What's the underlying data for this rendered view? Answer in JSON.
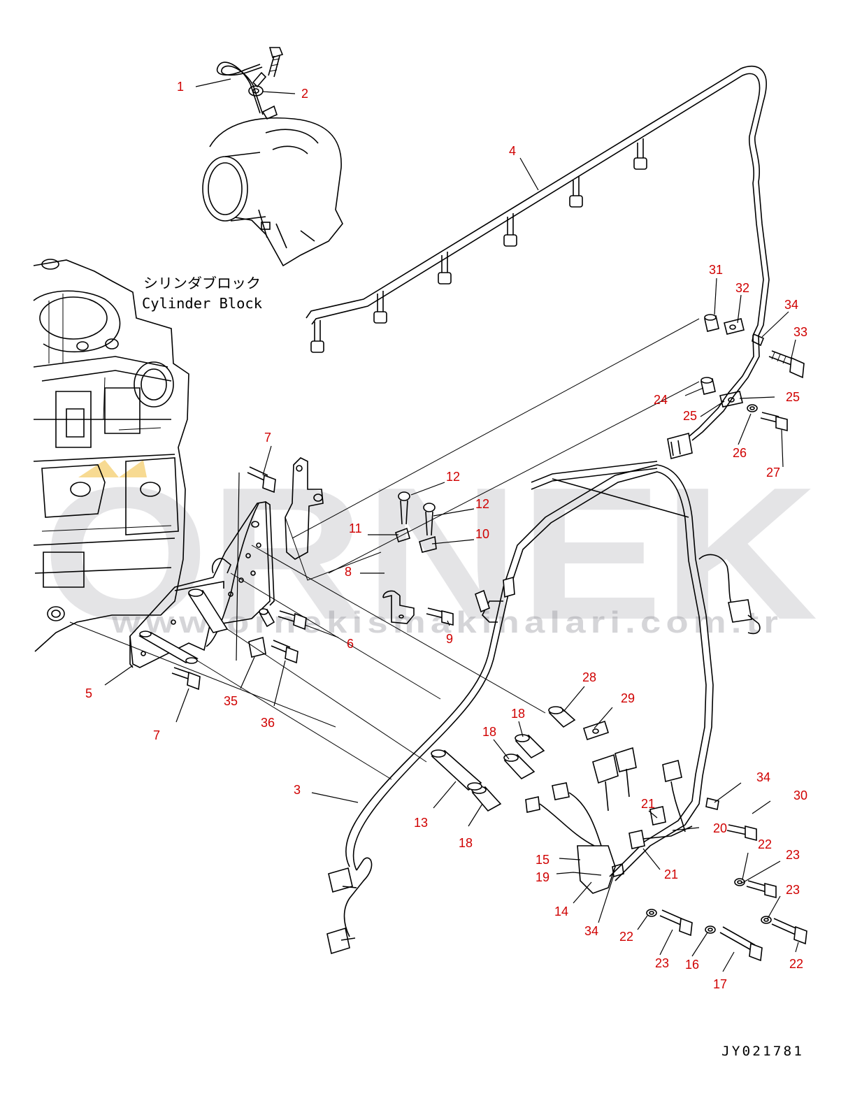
{
  "caption": {
    "jp": "シリンダブロック",
    "en": "Cylinder Block"
  },
  "drawing_code": "JY021781",
  "watermark": {
    "brand": "ORNEK",
    "url": "www.ornekismakinalari.com.tr"
  },
  "callouts": [
    "1",
    "2",
    "4",
    "31",
    "32",
    "34",
    "33",
    "24",
    "25",
    "25",
    "26",
    "27",
    "7",
    "12",
    "12",
    "11",
    "10",
    "8",
    "9",
    "6",
    "5",
    "7",
    "35",
    "36",
    "28",
    "29",
    "18",
    "18",
    "3",
    "13",
    "18",
    "34",
    "30",
    "21",
    "20",
    "22",
    "15",
    "19",
    "21",
    "23",
    "23",
    "14",
    "34",
    "22",
    "23",
    "16",
    "17",
    "22"
  ],
  "colors": {
    "callout": "#d00000",
    "line": "#000000",
    "watermark": "#8a8a92"
  }
}
